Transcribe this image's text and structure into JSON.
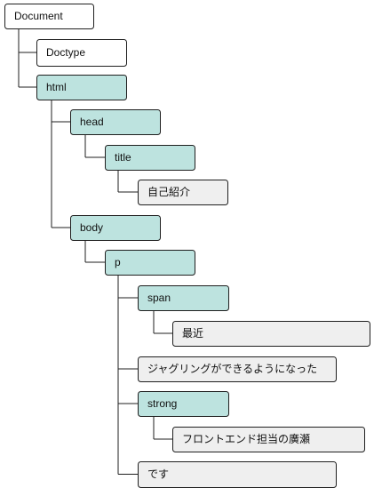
{
  "tree": {
    "nodes": [
      {
        "id": "document",
        "label": "Document",
        "kind": "document",
        "parent": null
      },
      {
        "id": "doctype",
        "label": "Doctype",
        "kind": "document",
        "parent": "document"
      },
      {
        "id": "html",
        "label": "html",
        "kind": "element",
        "parent": "document"
      },
      {
        "id": "head",
        "label": "head",
        "kind": "element",
        "parent": "html"
      },
      {
        "id": "title",
        "label": "title",
        "kind": "element",
        "parent": "head"
      },
      {
        "id": "title-text",
        "label": "自己紹介",
        "kind": "text",
        "parent": "title"
      },
      {
        "id": "body",
        "label": "body",
        "kind": "element",
        "parent": "html"
      },
      {
        "id": "p",
        "label": "p",
        "kind": "element",
        "parent": "body"
      },
      {
        "id": "span",
        "label": "span",
        "kind": "element",
        "parent": "p"
      },
      {
        "id": "span-text",
        "label": "最近",
        "kind": "text",
        "parent": "span"
      },
      {
        "id": "p-text-1",
        "label": "ジャグリングができるようになった",
        "kind": "text",
        "parent": "p"
      },
      {
        "id": "strong",
        "label": "strong",
        "kind": "element",
        "parent": "p"
      },
      {
        "id": "strong-text",
        "label": "フロントエンド担当の廣瀬",
        "kind": "text",
        "parent": "strong"
      },
      {
        "id": "p-text-2",
        "label": "です",
        "kind": "text",
        "parent": "p"
      }
    ],
    "colors": {
      "document": "#ffffff",
      "element": "#bde3df",
      "text": "#efefef",
      "stroke": "#1f1f1f"
    }
  }
}
